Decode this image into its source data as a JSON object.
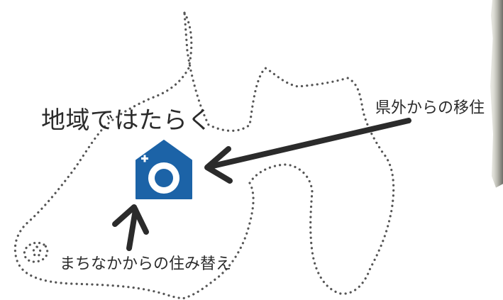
{
  "labels": {
    "main": "地域ではたらく",
    "outside": "県外からの移住",
    "local": "まちなかからの住み替え"
  },
  "icons": {
    "center": "house-plus-icon",
    "arrow_outside": "arrow-left-icon",
    "arrow_local": "arrow-up-icon"
  },
  "colors": {
    "brand": "#1c63a7",
    "text": "#2b2b2b",
    "outline": "#555555"
  }
}
